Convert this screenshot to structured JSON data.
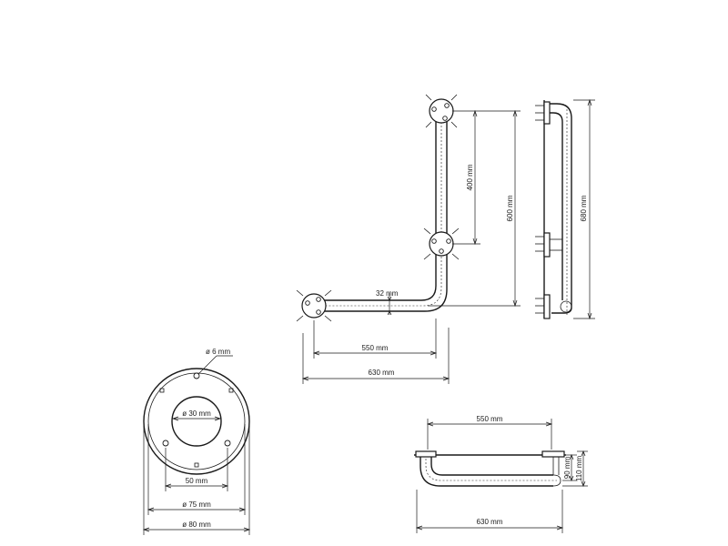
{
  "front_view": {
    "dim_tube_diameter": "32 mm",
    "dim_vertical_upper": "400 mm",
    "dim_vertical_total": "600 mm",
    "dim_horizontal_inner": "550 mm",
    "dim_horizontal_total": "630 mm"
  },
  "side_view": {
    "dim_height_total": "680 mm"
  },
  "flange_view": {
    "dim_screw_hole": "ø 6 mm",
    "dim_center_hole": "ø 30 mm",
    "dim_hole_spacing": "50 mm",
    "dim_inner_diameter": "ø 75 mm",
    "dim_outer_diameter": "ø 80 mm"
  },
  "top_view": {
    "dim_inner_length": "550 mm",
    "dim_total_length": "630 mm",
    "dim_projection_small": "90 mm",
    "dim_projection_large": "110 mm"
  }
}
